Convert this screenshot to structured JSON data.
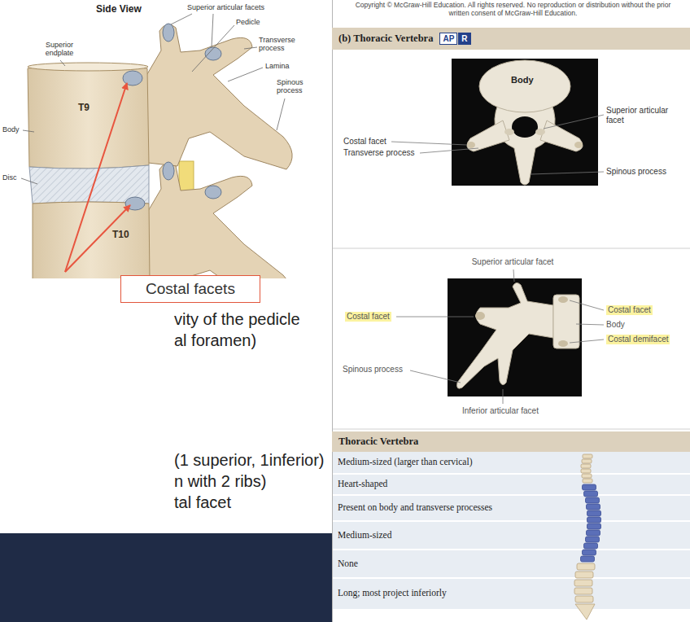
{
  "diagram": {
    "nodes": [
      {
        "text": [
          "Costal facets"
        ]
      },
      {
        "text": [
          "(b) Thoracic Vertebra"
        ]
      },
      {
        "text": [
          "AP"
        ],
        "in": 1
      },
      {
        "text": [
          "R"
        ],
        "in": 1
      },
      {
        "text": [
          "Thoracic Vertebra"
        ]
      }
    ],
    "labels": [
      "Side View",
      "Superior articular facets",
      "Pedicle",
      "Transverse process",
      "Lamina",
      "Spinous process",
      "Superior endplate",
      "Body",
      "T9",
      "Disc",
      "T10",
      "vity of the pedicle",
      "al foramen)",
      "(1 superior, 1inferior)",
      "n with 2 ribs)",
      "tal facet",
      "Copyright © McGraw-Hill Education. All rights reserved. No reproduction or distribution without the prior written consent of McGraw-Hill Education.",
      "Body",
      "Superior articular facet",
      "Costal facet",
      "Transverse process",
      "Spinous process",
      "Superior articular facet",
      "Costal facet",
      "Spinous process",
      "Inferior articular facet",
      "Costal facet",
      "Body",
      "Costal demifacet",
      "Medium-sized (larger than cervical)",
      "Heart-shaped",
      "Present on body and transverse processes",
      "Medium-sized",
      "None",
      "Long; most project inferiorly"
    ]
  }
}
